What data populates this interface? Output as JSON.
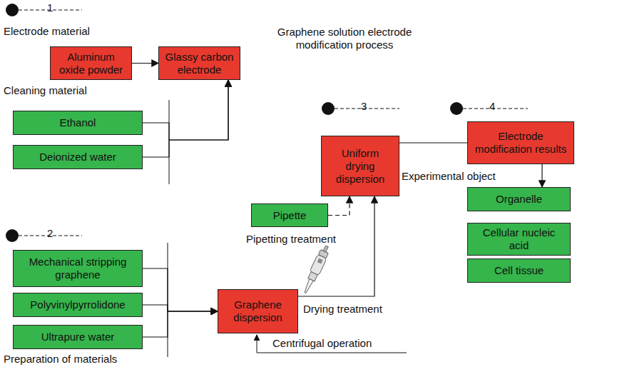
{
  "diagram": {
    "nodes": [
      {
        "text": [
          "Aluminum oxide powder"
        ]
      },
      {
        "text": [
          "Glassy carbon electrode"
        ]
      },
      {
        "text": [
          "Ethanol"
        ]
      },
      {
        "text": [
          "Deionized water"
        ]
      },
      {
        "text": [
          "Mechanical stripping graphene"
        ]
      },
      {
        "text": [
          "Polyvinylpyrrolidone"
        ]
      },
      {
        "text": [
          "Ultrapure water"
        ]
      },
      {
        "text": [
          "Graphene dispersion"
        ]
      },
      {
        "text": [
          "Pipette"
        ]
      },
      {
        "text": [
          "Uniform drying dispersion"
        ]
      },
      {
        "text": [
          "Electrode modification results"
        ]
      },
      {
        "text": [
          "Organelle"
        ]
      },
      {
        "text": [
          "Cellular nucleic acid"
        ]
      },
      {
        "text": [
          "Cell tissue"
        ]
      }
    ],
    "edges": [
      {
        "from": 0,
        "to": 1,
        "arrow": "to"
      },
      {
        "from": 2,
        "to": 1,
        "arrow": "to"
      },
      {
        "from": 3,
        "to": 1,
        "arrow": "to"
      },
      {
        "from": 4,
        "to": 7,
        "arrow": "to"
      },
      {
        "from": 5,
        "to": 7,
        "arrow": "to"
      },
      {
        "from": 6,
        "to": 7,
        "arrow": "to"
      },
      {
        "from": 7,
        "to": 9,
        "arrow": "to"
      },
      {
        "from": 8,
        "to": 9,
        "arrow": "to"
      },
      {
        "from": 9,
        "to": 10,
        "arrow": "none"
      },
      {
        "from": 10,
        "to": 11,
        "arrow": "to"
      }
    ],
    "labels": [
      "1",
      "Electrode material",
      "Cleaning material",
      "Graphene solution electrode modification process",
      "2",
      "Preparation of materials",
      "3",
      "4",
      "Pipetting treatment",
      "Drying treatment",
      "Experimental object",
      "Centrifugal operation"
    ]
  }
}
